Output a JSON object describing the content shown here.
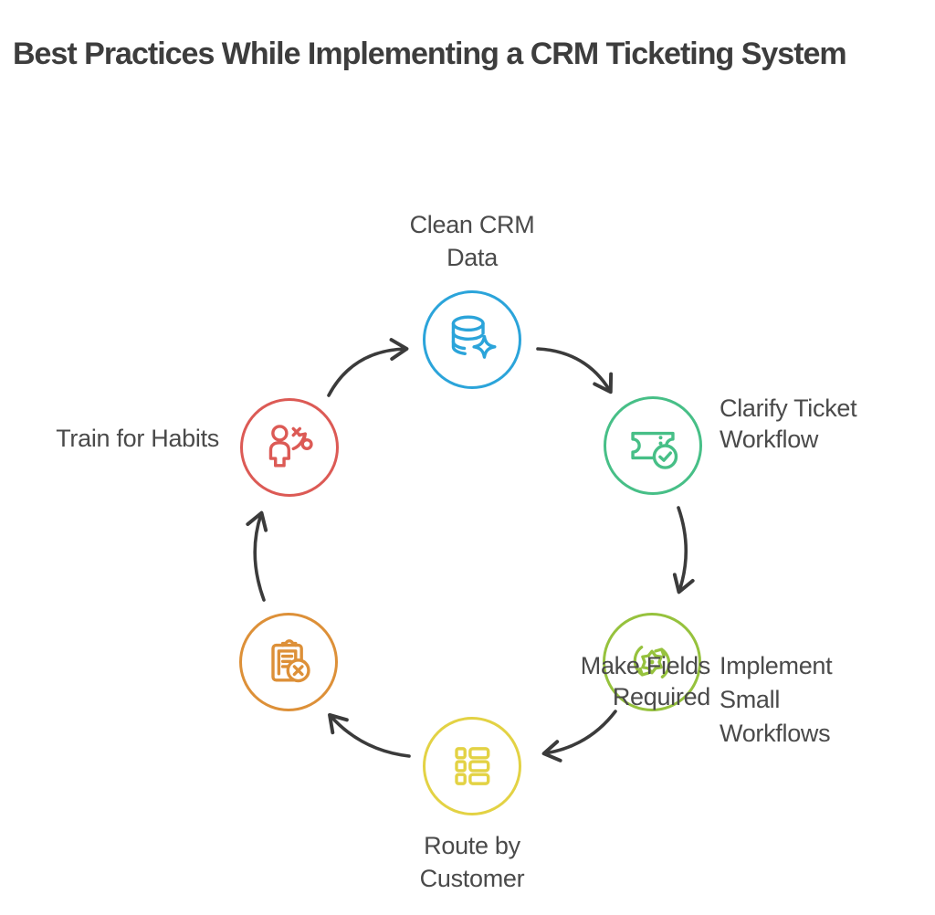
{
  "title": "Best Practices While Implementing a CRM Ticketing System",
  "colors": {
    "title_text": "#3d3d3d",
    "label_text": "#4a4a4a",
    "arrow": "#3b3b3b",
    "background": "#ffffff"
  },
  "steps": [
    {
      "id": "clean-crm-data",
      "label": "Clean CRM\nData",
      "icon": "database-sparkle-icon",
      "color": "#2ba4da",
      "position": "top"
    },
    {
      "id": "clarify-ticket-workflow",
      "label": "Clarify Ticket\nWorkflow",
      "icon": "ticket-check-icon",
      "color": "#47bf87",
      "position": "top-right"
    },
    {
      "id": "implement-small-workflows",
      "label": "Implement\nSmall\nWorkflows",
      "icon": "gear-cycle-icon",
      "color": "#96c23d",
      "position": "bottom-right"
    },
    {
      "id": "route-by-customer",
      "label": "Route by\nCustomer",
      "icon": "list-menu-icon",
      "color": "#e3d244",
      "position": "bottom"
    },
    {
      "id": "make-fields-required",
      "label": "Make Fields\nRequired",
      "icon": "clipboard-x-icon",
      "color": "#dd9038",
      "position": "bottom-left"
    },
    {
      "id": "train-for-habits",
      "label": "Train for Habits",
      "icon": "person-strategy-icon",
      "color": "#dc5a55",
      "position": "top-left"
    }
  ],
  "flow": [
    "train-for-habits > clean-crm-data",
    "clean-crm-data > clarify-ticket-workflow",
    "clarify-ticket-workflow > implement-small-workflows",
    "implement-small-workflows > route-by-customer",
    "route-by-customer > make-fields-required",
    "make-fields-required > train-for-habits"
  ]
}
